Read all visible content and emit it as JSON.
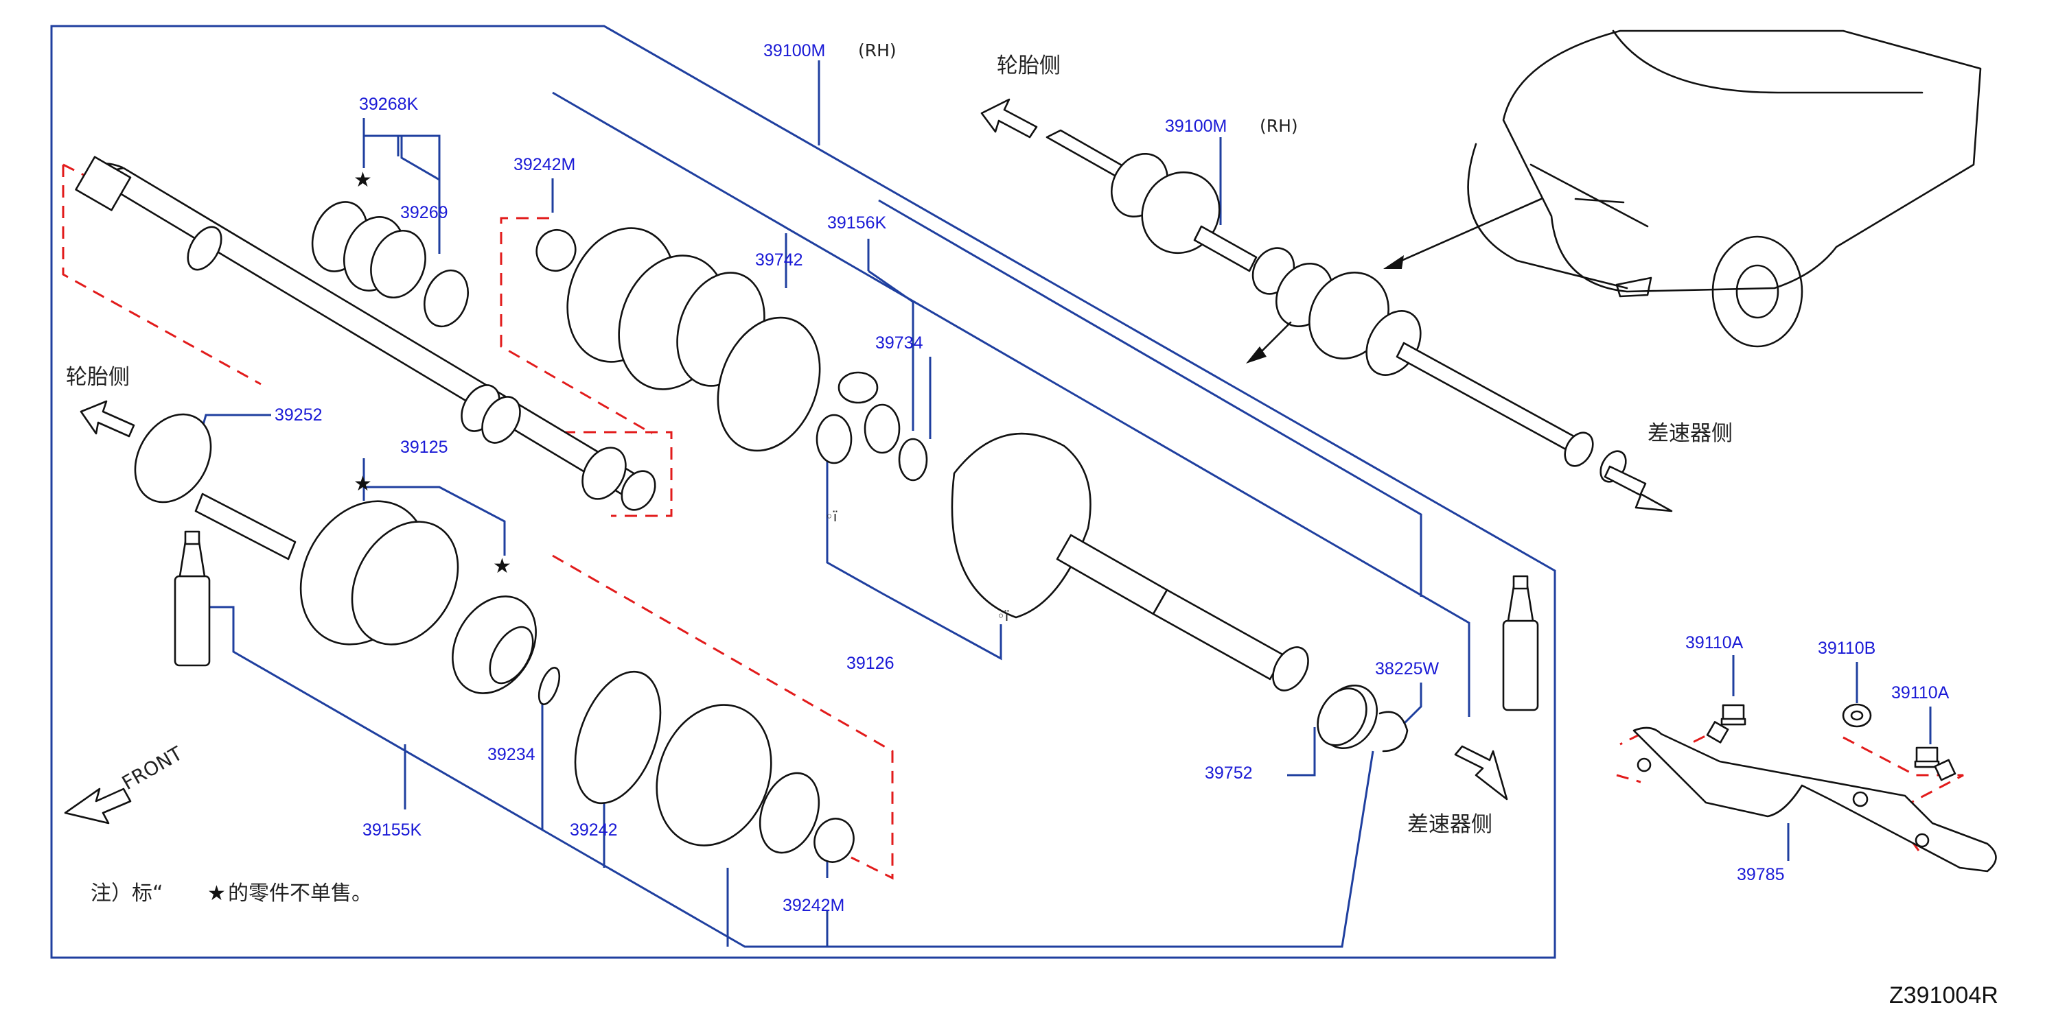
{
  "diagram_code": "Z391004R",
  "note": {
    "prefix": "注）标“",
    "suffix": "的零件不单售。"
  },
  "direction_labels": {
    "tire_side": "轮胎侧",
    "differential_side": "差速器侧",
    "front": "FRONT"
  },
  "parts": {
    "assembly": "39100M",
    "assembly_side": "(RH)",
    "boot_kit_inner": "39268K",
    "band_small": "39269",
    "boot_band_outer_small": "39242M",
    "boot_band_inner_small": "39242M",
    "insert_kit": "39156K",
    "band_large": "39742",
    "snap_ring_spider": "39734",
    "dust_seal": "39252",
    "outer_joint": "39125",
    "inner_housing": "39126",
    "circlip_outer": "39234",
    "band_outer_large": "39242",
    "outer_boot_kit": "39155K",
    "circlip_diff": "38225W",
    "oil_seal": "39752",
    "bolt_a1": "39110A",
    "nut_b": "39110B",
    "bolt_a2": "39110A",
    "bracket": "39785"
  },
  "symbols": {
    "star": "★",
    "small_mark": "◦ï"
  }
}
